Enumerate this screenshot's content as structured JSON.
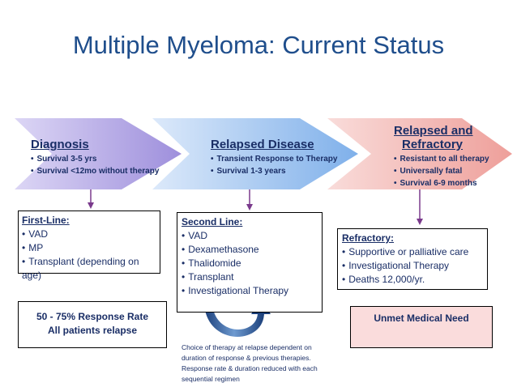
{
  "title": "Multiple Myeloma:  Current Status",
  "stages": [
    {
      "heading": "Diagnosis",
      "bullets": [
        "Survival  3-5 yrs",
        "Survival <12mo without therapy"
      ],
      "color": "#9e8fdc"
    },
    {
      "heading": "Relapsed Disease",
      "bullets": [
        "Transient Response to Therapy",
        "Survival 1-3 years"
      ],
      "color": "#8fb8ec"
    },
    {
      "heading_lines": [
        "Relapsed and",
        "Refractory"
      ],
      "bullets": [
        "Resistant to all therapy",
        "Universally fatal",
        "Survival 6-9 months"
      ],
      "color": "#f0a8a4"
    }
  ],
  "treatments": [
    {
      "heading": "First-Line:",
      "items": [
        "VAD",
        "MP",
        "Transplant (depending on age)"
      ]
    },
    {
      "heading": "Second Line:",
      "items": [
        "VAD",
        "Dexamethasone",
        "Thalidomide",
        "Transplant",
        "Investigational Therapy"
      ]
    },
    {
      "heading": "Refractory:",
      "items": [
        "Supportive or palliative care",
        "Investigational Therapy",
        "Deaths 12,000/yr."
      ]
    }
  ],
  "outcomes": [
    {
      "lines": [
        "50 - 75% Response Rate",
        "All patients relapse"
      ]
    },
    {
      "lines": [
        "Unmet Medical Need"
      ],
      "color": "#fadcdc"
    }
  ],
  "note": "Choice of therapy at relapse dependent on duration of response & previous therapies. Response rate & duration reduced with each sequential regimen",
  "colors": {
    "title": "#1f4e8c",
    "text": "#1a2e66",
    "connector": "#7a3a8c",
    "cycle_arrow": "#1b3f7a"
  },
  "icons": [
    "cycle-arrow-icon"
  ]
}
